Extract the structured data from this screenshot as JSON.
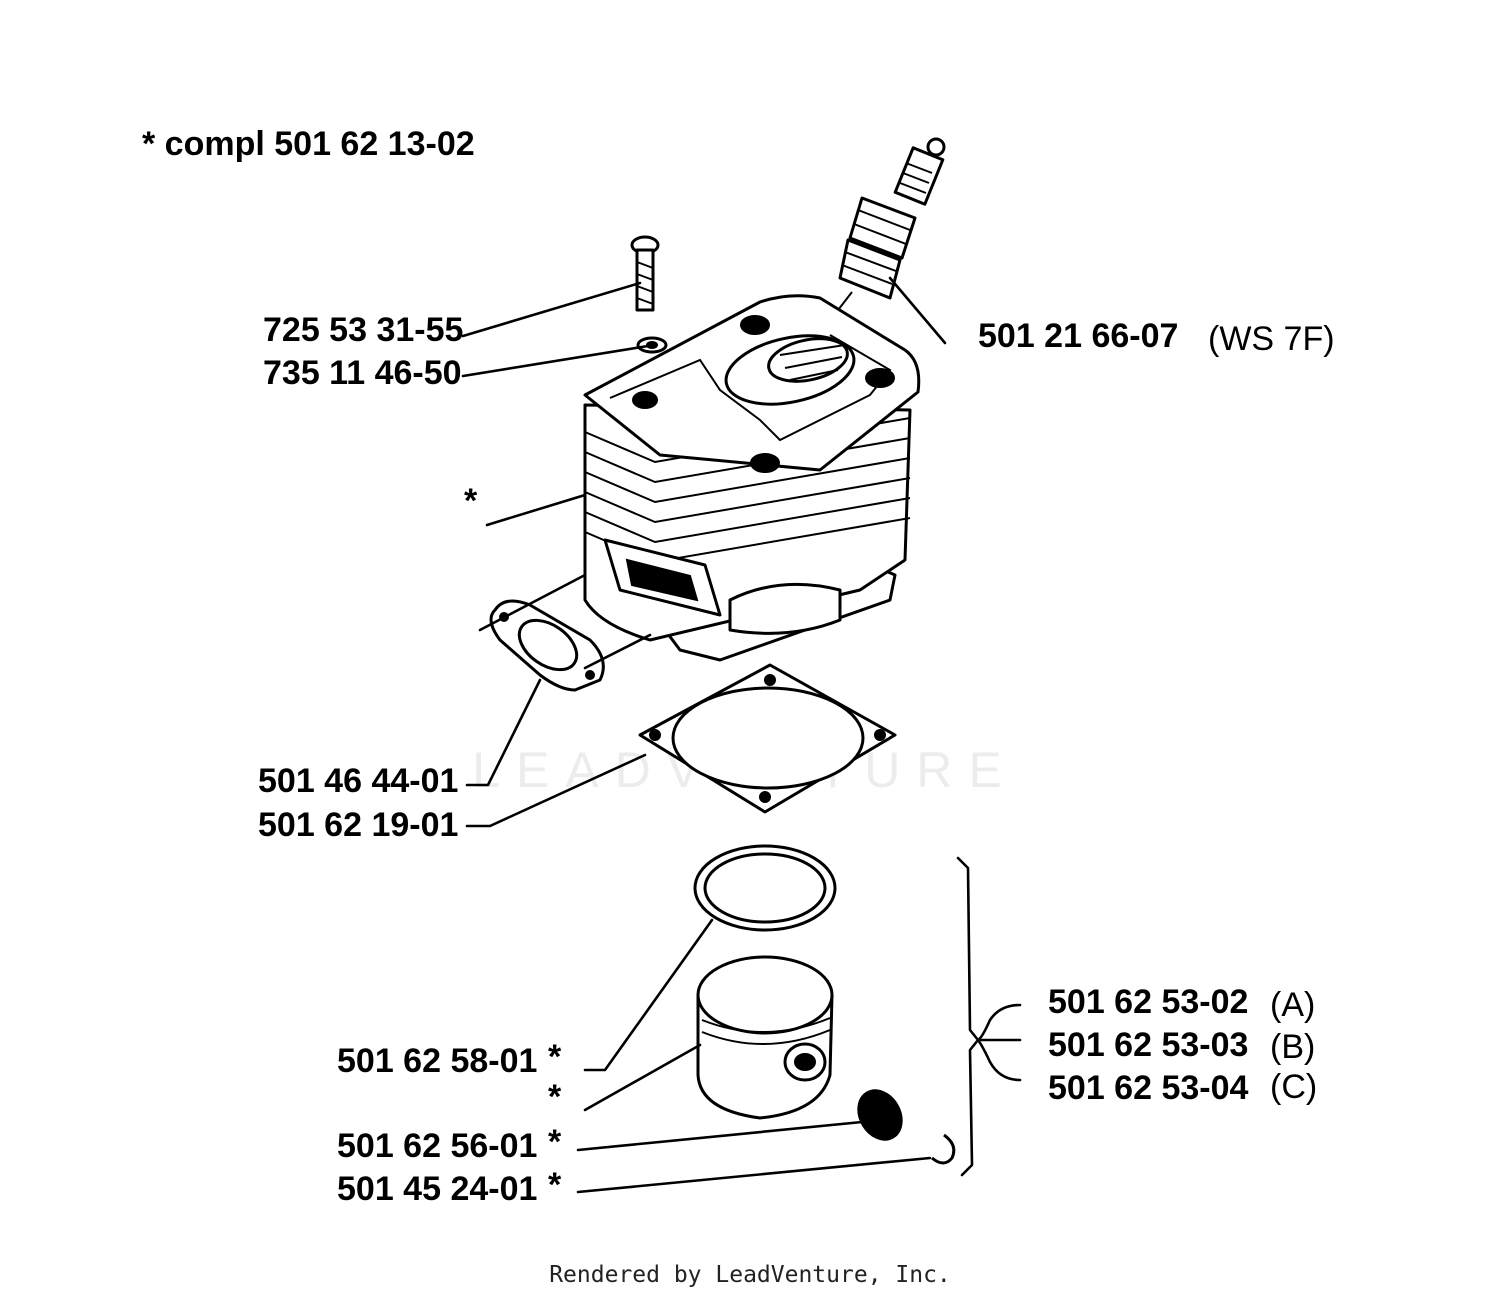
{
  "header_note": "*  compl 501 62 13-02",
  "labels": {
    "screw": "725 53 31-55",
    "washer": "735 11 46-50",
    "spark_plug": "501 21 66-07",
    "spark_plug_type": "(WS 7F)",
    "cylinder_star": "*",
    "muffler_gasket": "501 46 44-01",
    "cylinder_gasket": "501 62 19-01",
    "piston_ring": "501 62 58-01",
    "piston_ring_star": "*",
    "piston_star": "*",
    "bearing": "501 62 56-01",
    "bearing_star": "*",
    "circlip": "501 45 24-01",
    "circlip_star": "*",
    "piston_a": "501 62 53-02",
    "piston_a_tag": "(A)",
    "piston_b": "501 62 53-03",
    "piston_b_tag": "(B)",
    "piston_c": "501 62 53-04",
    "piston_c_tag": "(C)"
  },
  "watermark": "LEADVENTURE",
  "footer": "Rendered by LeadVenture, Inc."
}
